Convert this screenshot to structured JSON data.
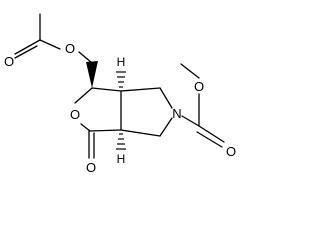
{
  "atoms": {
    "o_acetate": "O",
    "o_acetyl_carbonyl": "O",
    "o_ring": "O",
    "o_lactone_carbonyl": "O",
    "n_ring": "N",
    "o_ester_methoxy": "O",
    "o_ester_carbonyl": "O",
    "h_top": "H",
    "h_bottom": "H"
  },
  "colors": {
    "ink": "#000000",
    "background": "#ffffff"
  }
}
